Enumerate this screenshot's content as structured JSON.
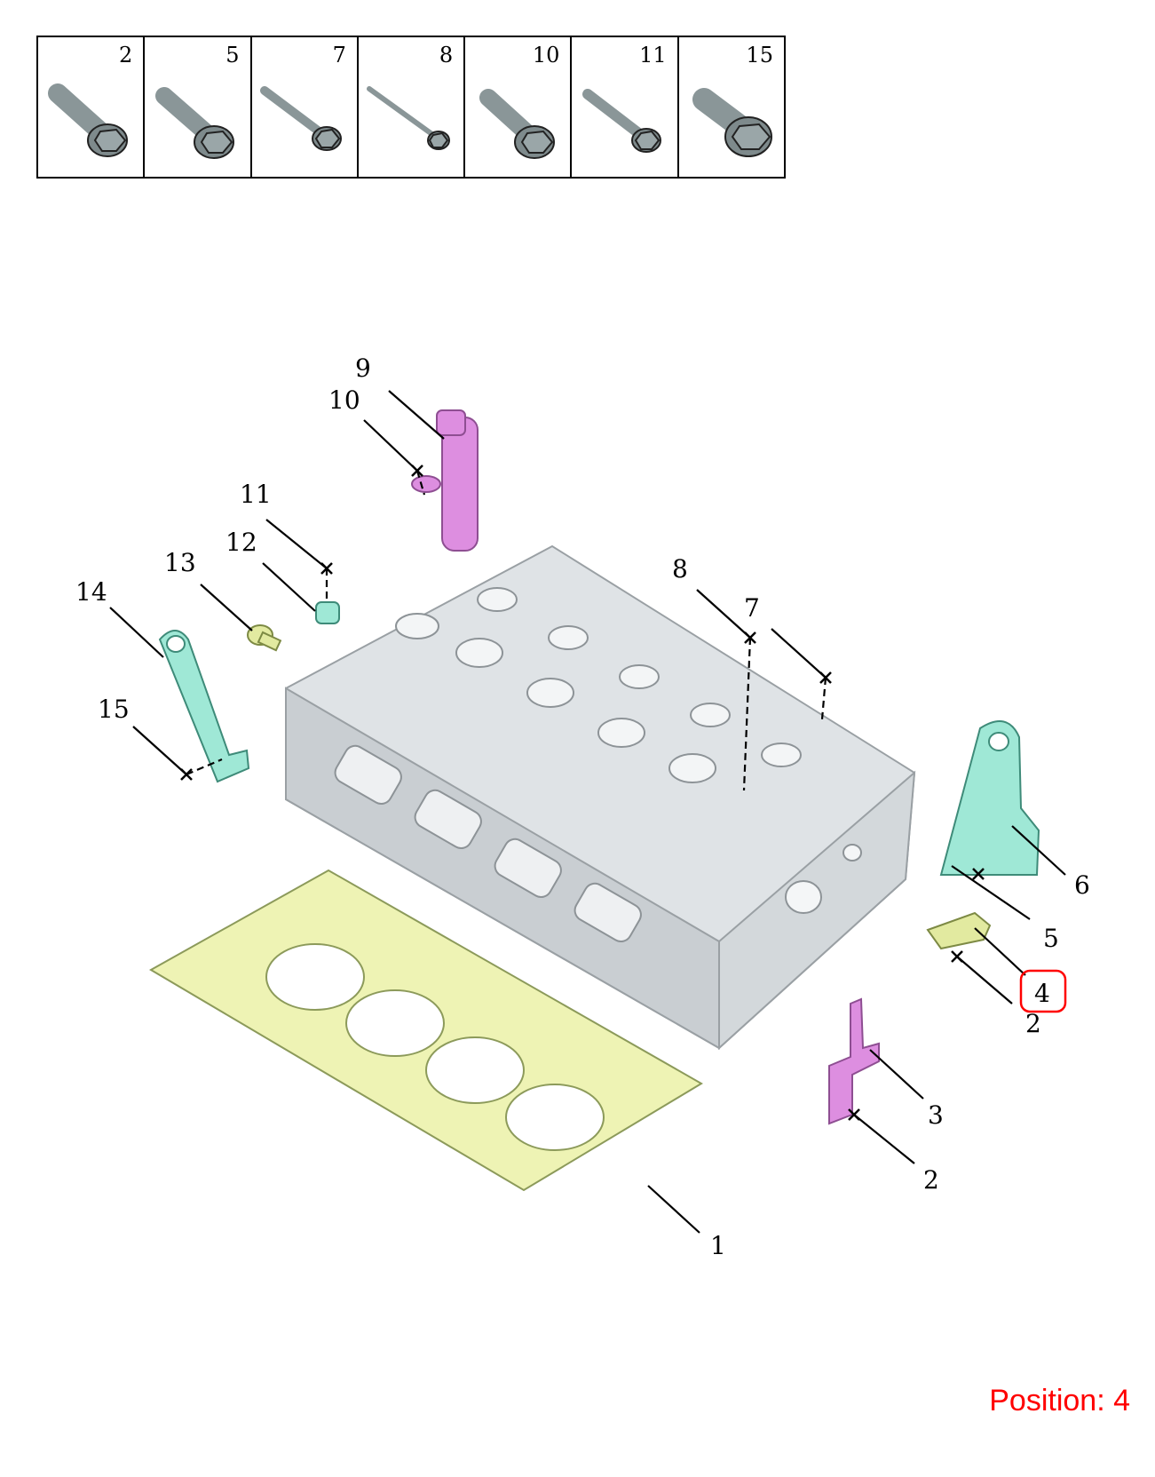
{
  "fastener_table": {
    "items": [
      {
        "number": "2",
        "icon": "flange-bolt-short-icon"
      },
      {
        "number": "5",
        "icon": "flange-bolt-short-icon"
      },
      {
        "number": "7",
        "icon": "flange-bolt-long-icon"
      },
      {
        "number": "8",
        "icon": "flange-bolt-extra-long-icon"
      },
      {
        "number": "10",
        "icon": "flange-bolt-short-icon"
      },
      {
        "number": "11",
        "icon": "flange-bolt-medium-icon"
      },
      {
        "number": "15",
        "icon": "flange-bolt-large-icon"
      }
    ]
  },
  "callouts": {
    "c1": "1",
    "c2a": "2",
    "c2b": "2",
    "c3": "3",
    "c4": "4",
    "c5": "5",
    "c6": "6",
    "c7": "7",
    "c8": "8",
    "c9": "9",
    "c10": "10",
    "c11": "11",
    "c12": "12",
    "c13": "13",
    "c14": "14",
    "c15": "15"
  },
  "highlighted_callout": "4",
  "position_label": "Position: 4",
  "colors": {
    "highlight": "#ff0000",
    "gasket": "#eef3b4",
    "bracket_teal": "#9fe8d6",
    "solenoid_purple": "#dd8ee0",
    "cylinder_head": "#dfe3e6",
    "bolt": "#8a9698"
  }
}
